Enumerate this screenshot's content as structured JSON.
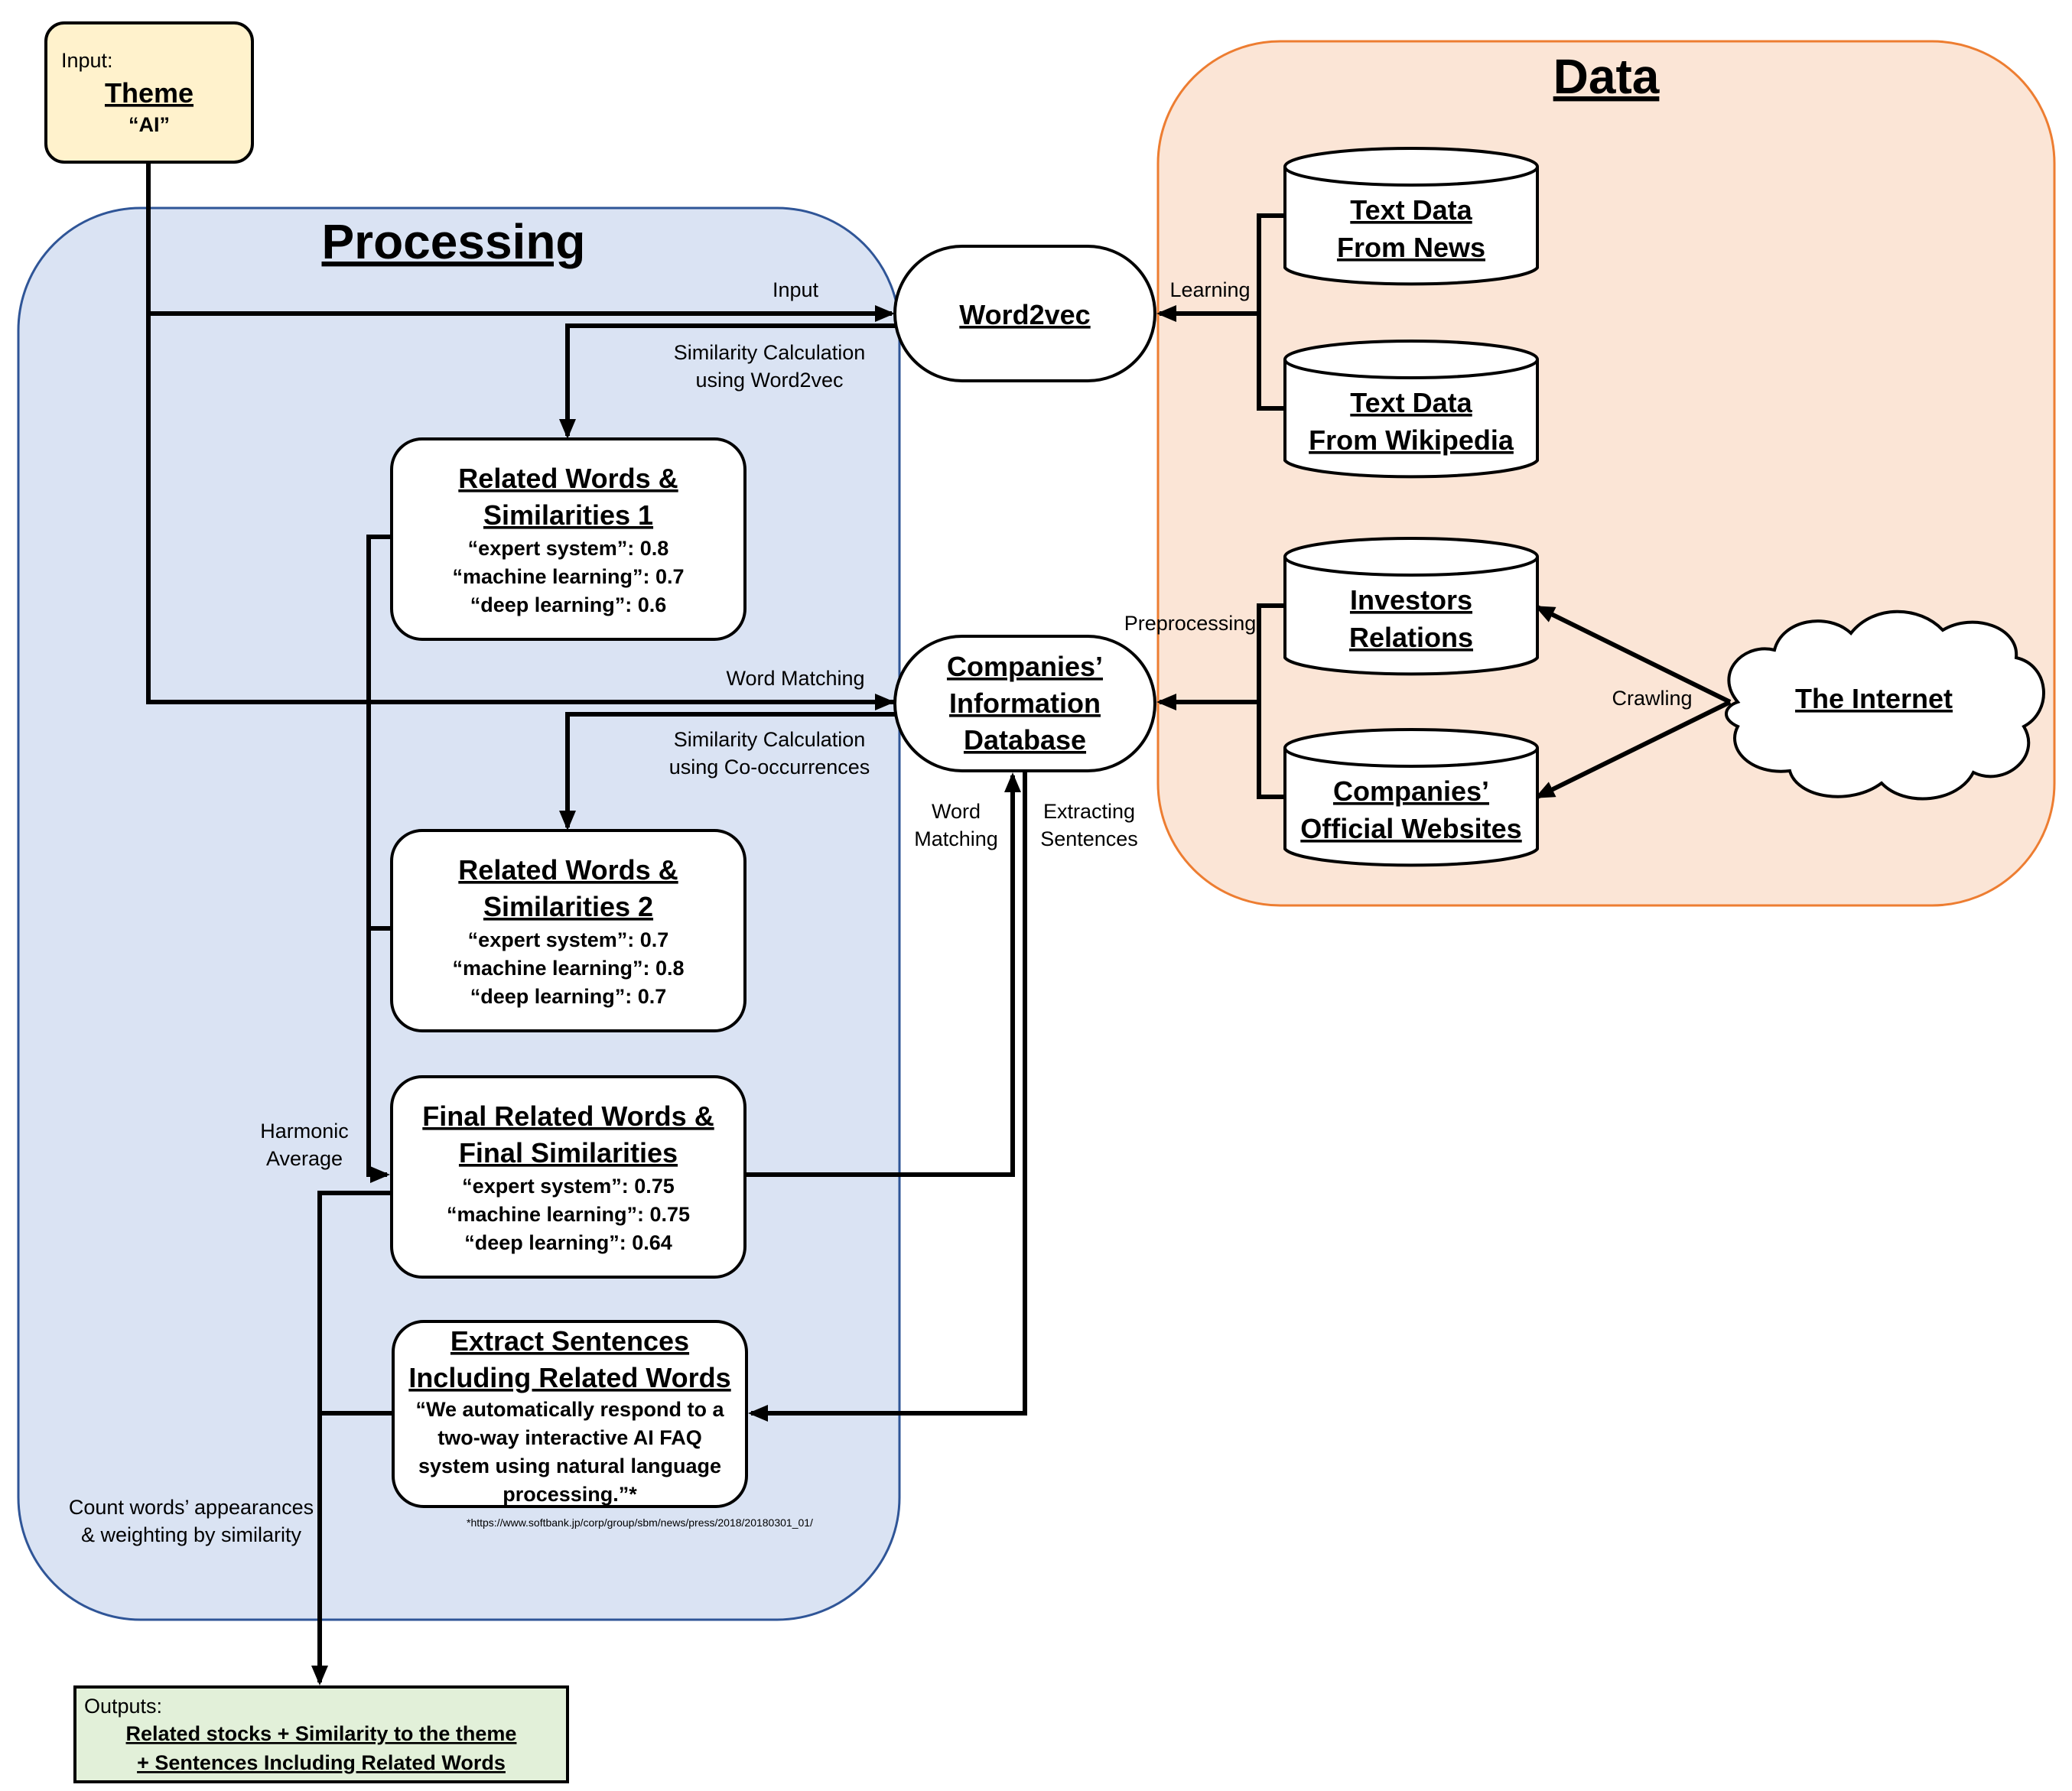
{
  "regions": {
    "processing": "Processing",
    "data": "Data"
  },
  "input_box": {
    "prefix": "Input:",
    "title": "Theme",
    "value": "“AI”"
  },
  "word2vec": {
    "label": "Word2vec"
  },
  "companies_db": {
    "lines": [
      "Companies’",
      "Information",
      "Database"
    ]
  },
  "sources": {
    "news": [
      "Text Data",
      "From News"
    ],
    "wikipedia": [
      "Text Data",
      "From Wikipedia"
    ],
    "ir": [
      "Investors",
      "Relations"
    ],
    "websites": [
      "Companies’",
      "Official Websites"
    ]
  },
  "internet": {
    "label": "The Internet"
  },
  "related1": {
    "title": [
      "Related Words &",
      "Similarities 1"
    ],
    "items": [
      "“expert system”: 0.8",
      "“machine learning”: 0.7",
      "“deep learning”: 0.6"
    ]
  },
  "related2": {
    "title": [
      "Related Words &",
      "Similarities 2"
    ],
    "items": [
      "“expert system”: 0.7",
      "“machine learning”: 0.8",
      "“deep learning”: 0.7"
    ]
  },
  "final": {
    "title": [
      "Final Related Words &",
      "Final Similarities"
    ],
    "items": [
      "“expert system”: 0.75",
      "“machine learning”: 0.75",
      "“deep learning”: 0.64"
    ]
  },
  "extract": {
    "title": [
      "Extract Sentences",
      "Including Related Words"
    ],
    "quote": [
      "“We automatically respond to a",
      "two-way interactive AI FAQ",
      "system using natural language",
      "processing.”*"
    ]
  },
  "footnote": "*https://www.softbank.jp/corp/group/sbm/news/press/2018/20180301_01/",
  "outputs": {
    "prefix": "Outputs:",
    "lines": [
      "Related stocks +  Similarity to the theme",
      "+ Sentences Including Related Words"
    ]
  },
  "edge_labels": {
    "input": "Input",
    "sim_w2v": [
      "Similarity Calculation",
      "using Word2vec"
    ],
    "word_matching": "Word Matching",
    "sim_cooc": [
      "Similarity Calculation",
      "using Co-occurrences"
    ],
    "learning": "Learning",
    "preprocessing": "Preprocessing",
    "crawling": "Crawling",
    "word_matching2": [
      "Word",
      "Matching"
    ],
    "extracting": [
      "Extracting",
      "Sentences"
    ],
    "harmonic": [
      "Harmonic",
      "Average"
    ],
    "count": [
      "Count words’ appearances",
      "& weighting by similarity"
    ]
  },
  "colors": {
    "processing_fill": "#dae3f3",
    "processing_stroke": "#2f5597",
    "data_fill": "#fbe5d6",
    "data_stroke": "#ed7d31",
    "input_fill": "#fff2cc",
    "output_fill": "#e2f0d9"
  }
}
